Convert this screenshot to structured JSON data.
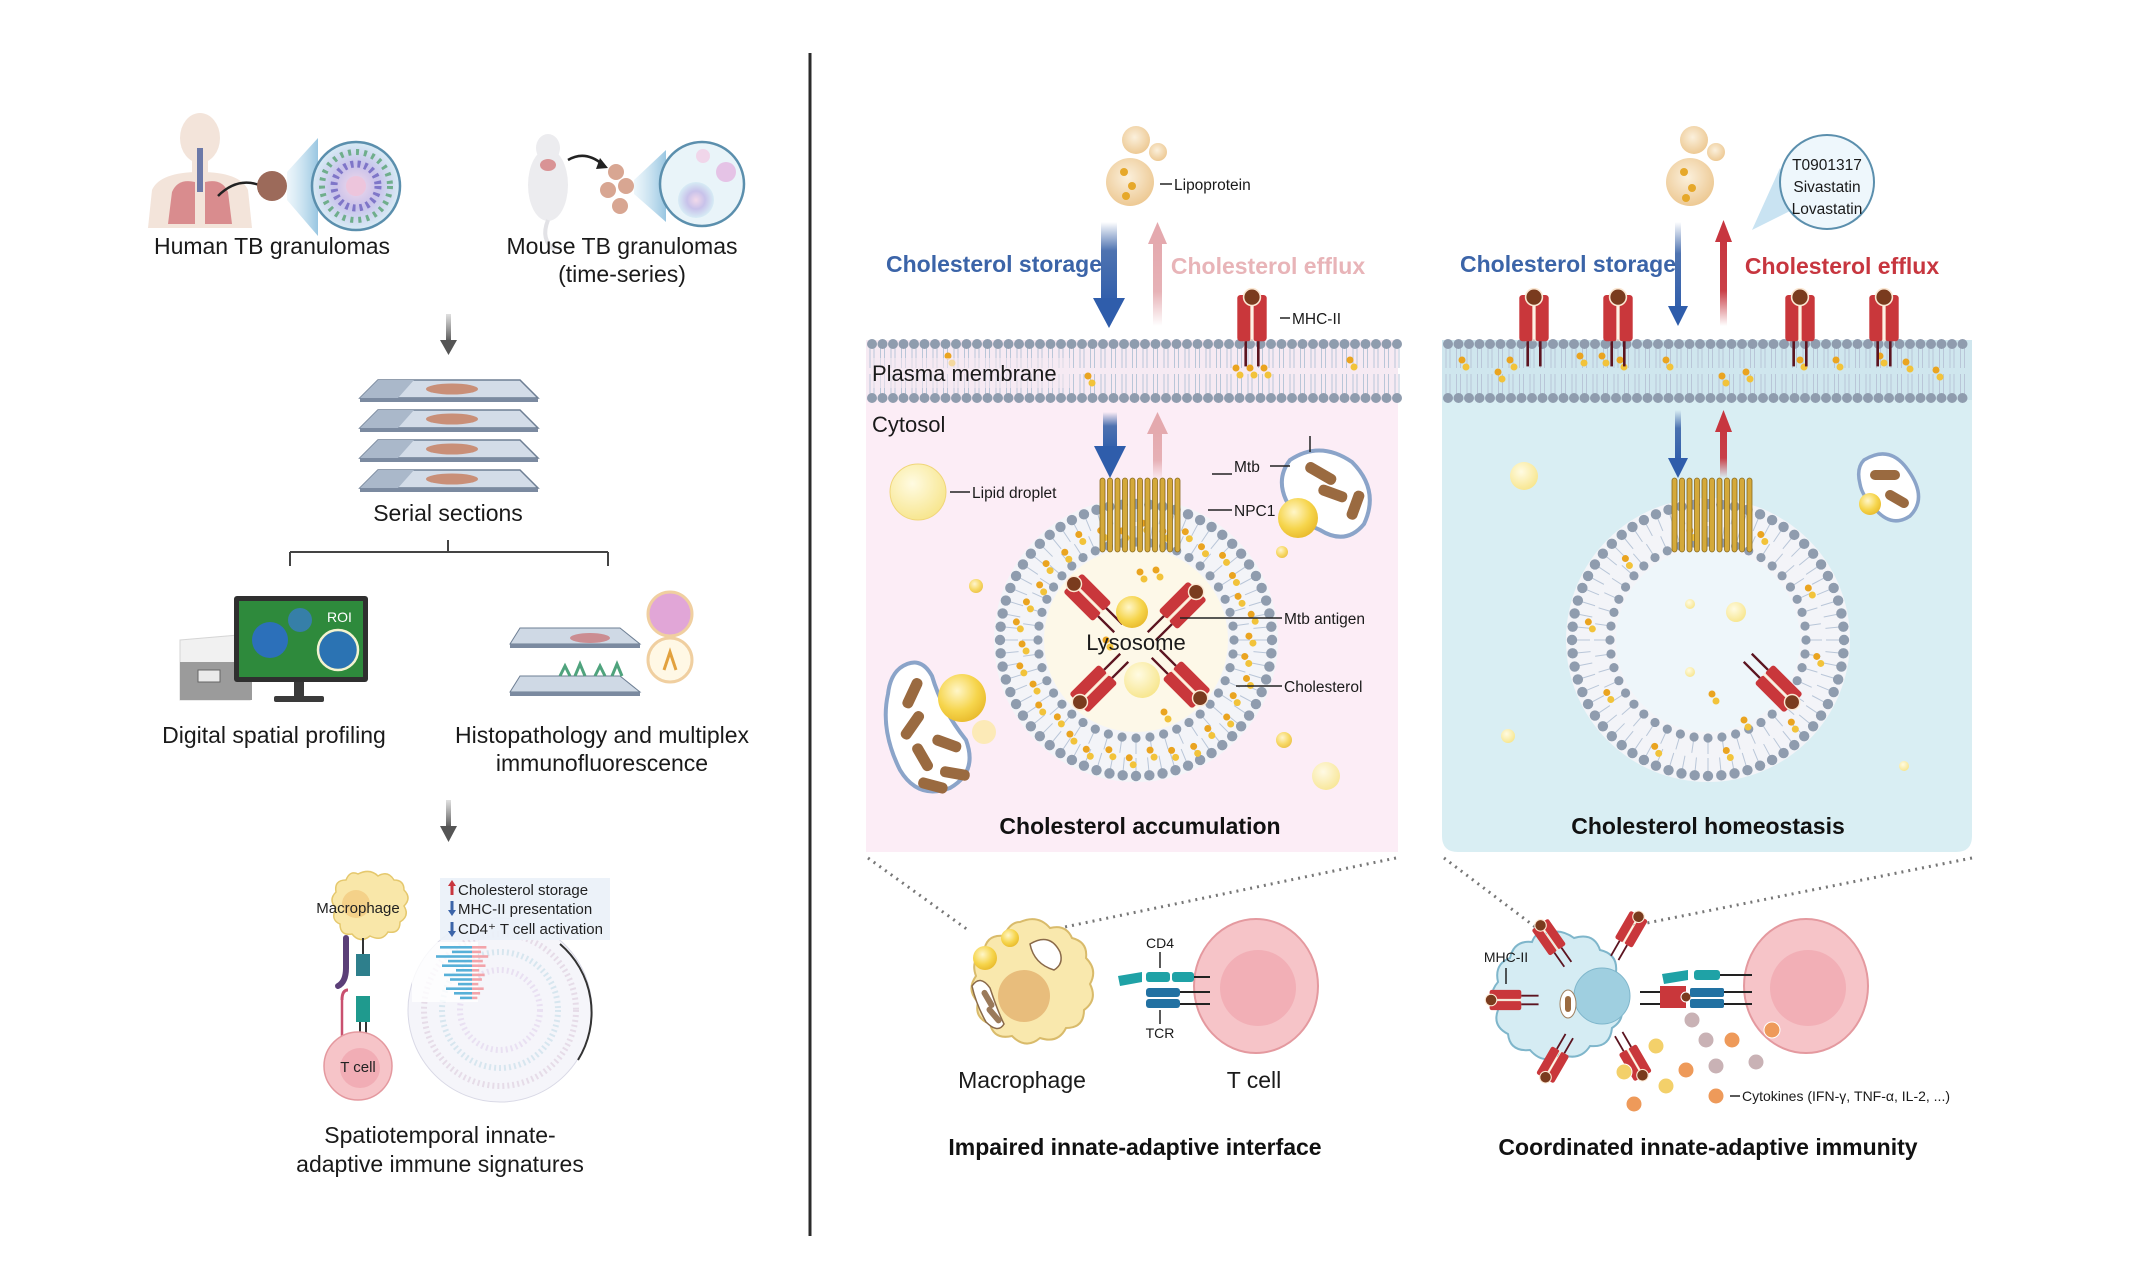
{
  "left_panel": {
    "human_label": "Human TB granulomas",
    "mouse_label_line1": "Mouse TB granulomas",
    "mouse_label_line2": "(time-series)",
    "serial_sections_label": "Serial sections",
    "dsp_label": "Digital spatial profiling",
    "dsp_roi": "ROI",
    "histo_label_line1": "Histopathology and multiplex",
    "histo_label_line2": "immunofluorescence",
    "summary": {
      "macrophage": "Macrophage",
      "tcell": "T cell",
      "findings": [
        {
          "direction": "up",
          "text": "Cholesterol storage"
        },
        {
          "direction": "down",
          "text": "MHC-II presentation"
        },
        {
          "direction": "down",
          "text": "CD4⁺ T cell activation"
        }
      ]
    },
    "signature_label_line1": "Spatiotemporal innate-",
    "signature_label_line2": "adaptive immune signatures"
  },
  "accumulation_panel": {
    "lipoprotein": "Lipoprotein",
    "storage": "Cholesterol storage",
    "efflux": "Cholesterol efflux",
    "mhc": "MHC-II",
    "plasma_membrane": "Plasma membrane",
    "cytosol": "Cytosol",
    "lipid_droplet": "Lipid droplet",
    "npc1": "NPC1",
    "mtb": "Mtb",
    "lysosome": "Lysosome",
    "mtb_antigen": "Mtb antigen",
    "cholesterol": "Cholesterol",
    "title": "Cholesterol accumulation"
  },
  "homeostasis_panel": {
    "drugs": [
      "T0901317",
      "Sivastatin",
      "Lovastatin"
    ],
    "storage": "Cholesterol storage",
    "efflux": "Cholesterol efflux",
    "title": "Cholesterol homeostasis"
  },
  "impaired_interface": {
    "cd4": "CD4",
    "tcr": "TCR",
    "macrophage": "Macrophage",
    "tcell": "T cell",
    "title": "Impaired innate-adaptive interface"
  },
  "coordinated_immunity": {
    "mhc": "MHC-II",
    "cytokines": "Cytokines (IFN-γ, TNF-α, IL-2, ...)",
    "title": "Coordinated innate-adaptive immunity"
  },
  "colors": {
    "storage_blue": "#3b64a8",
    "efflux_red": "#c7363f",
    "efflux_faded": "#e4a9ae",
    "pink_panel": "#fcedf6",
    "blue_panel": "#d9eef3",
    "mhc_red": "#c9373b",
    "cholesterol_orange": "#eaa420",
    "membrane_head": "#8f9cae"
  }
}
